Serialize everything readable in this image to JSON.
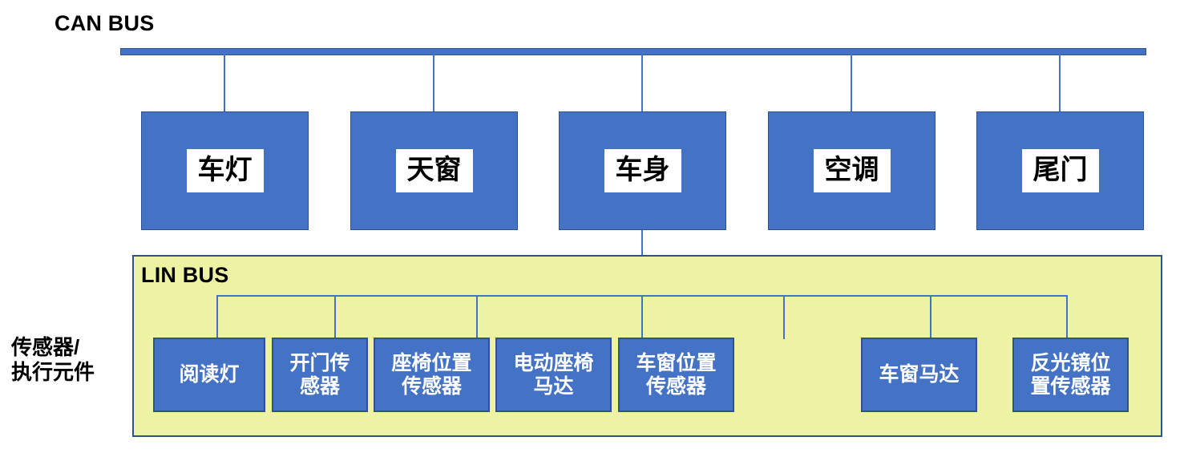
{
  "diagram": {
    "can_bus": {
      "title": "CAN BUS",
      "nodes": [
        {
          "label": "车灯"
        },
        {
          "label": "天窗"
        },
        {
          "label": "车身"
        },
        {
          "label": "空调"
        },
        {
          "label": "尾门"
        }
      ]
    },
    "lin_bus": {
      "title": "LIN BUS",
      "side_label_line1": "传感器/",
      "side_label_line2": "执行元件",
      "nodes": [
        {
          "label": "阅读灯"
        },
        {
          "label": "开门传\n感器"
        },
        {
          "label": "座椅位置\n传感器"
        },
        {
          "label": "电动座椅\n马达"
        },
        {
          "label": "车窗位置\n传感器"
        },
        {
          "label": "车窗马达"
        },
        {
          "label": "反光镜位\n置传感器"
        }
      ]
    },
    "colors": {
      "node_fill": "#4472C4",
      "node_border": "#2E528F",
      "lin_panel_fill": "#EDF3A3",
      "connector": "#4472C4",
      "label_box_fill": "#FFFFFF",
      "text_dark": "#000000",
      "text_light": "#FFFFFF"
    }
  }
}
